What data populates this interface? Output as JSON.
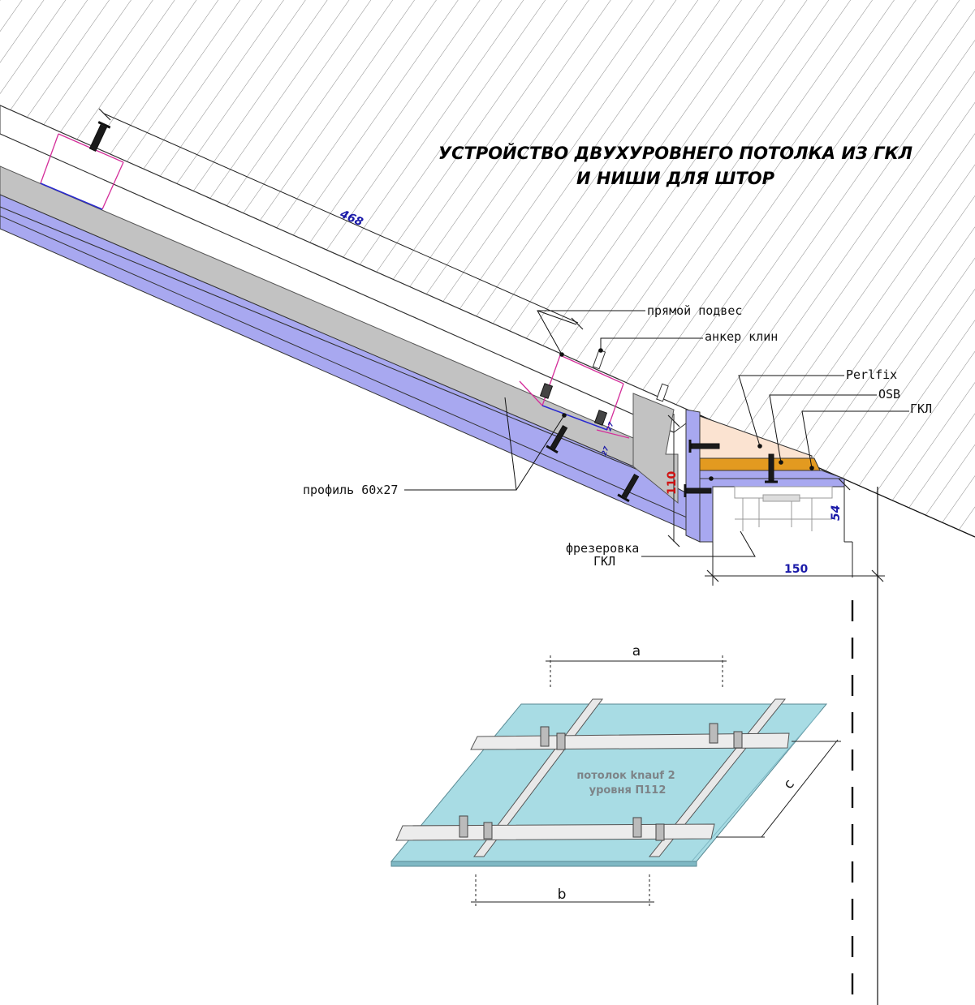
{
  "title": {
    "line1": "УСТРОЙСТВО ДВУХУРОВНЕГО ПОТОЛКА ИЗ ГКЛ",
    "line2": "И НИШИ ДЛЯ ШТОР"
  },
  "dimensions": {
    "slope_length": "468",
    "gap_small_1": "27",
    "gap_small_2": "27",
    "drop_height": "110",
    "niche_depth": "54",
    "niche_width": "150"
  },
  "labels": {
    "direct_hanger": "прямой подвес",
    "wedge_anchor": "анкер клин",
    "perlfix": "Perlfix",
    "osb": "OSB",
    "gkl": "ГКЛ",
    "profile": "профиль 60х27",
    "milling_line1": "фрезеровка",
    "milling_line2": "ГКЛ"
  },
  "inset": {
    "dim_a": "a",
    "dim_b": "b",
    "dim_c": "c",
    "caption_line1": "потолок knauf 2",
    "caption_line2": "уровня П112"
  },
  "colors": {
    "hatch": "#8a8a8a",
    "profile_gray": "#c2c2c2",
    "drywall_blue": "#a8a8f0",
    "osb_orange": "#e39a20",
    "perlfix_peach": "#fbe3d1",
    "board_cyan": "#a8dce4",
    "hanger_magenta": "#d42e9a",
    "dim_blue": "#1a1aa8",
    "dim_red": "#d01010"
  }
}
